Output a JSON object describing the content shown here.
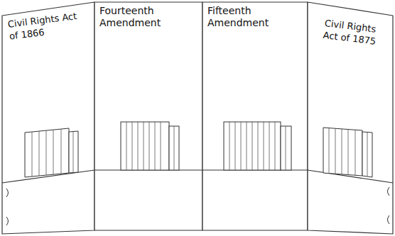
{
  "diagram": {
    "nodes": [
      {
        "text": [
          "Civil Rights Act of 1866"
        ]
      },
      {
        "text": [
          "Fourteenth Amendment"
        ]
      },
      {
        "text": [
          "Fifteenth Amendment"
        ]
      },
      {
        "text": [
          "Civil Rights Act of 1875"
        ]
      }
    ]
  }
}
